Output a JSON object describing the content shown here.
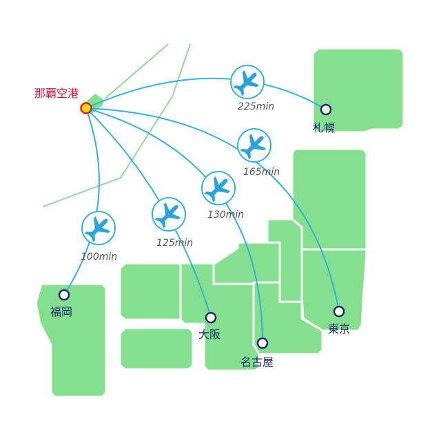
{
  "origin": {
    "name": "那覇空港"
  },
  "destinations": [
    {
      "name": "札幌",
      "time": "225min"
    },
    {
      "name": "東京",
      "time": "165min"
    },
    {
      "name": "名古屋",
      "time": "130min"
    },
    {
      "name": "大阪",
      "time": "125min"
    },
    {
      "name": "福岡",
      "time": "100min"
    }
  ],
  "colors": {
    "land": "#84e08f",
    "land_border": "#ffffff",
    "route": "#31b2e0",
    "plane_circle_fill": "#ffffff",
    "plane_circle_stroke": "#31b2e0",
    "plane": "#2aa4dc",
    "origin_marker_fill": "#ffd800",
    "origin_marker_stroke": "#e0203c",
    "city_marker_stroke": "#1d2a6b",
    "grid_line": "#8fd99a"
  },
  "icons": {
    "plane": "airplane-icon"
  }
}
